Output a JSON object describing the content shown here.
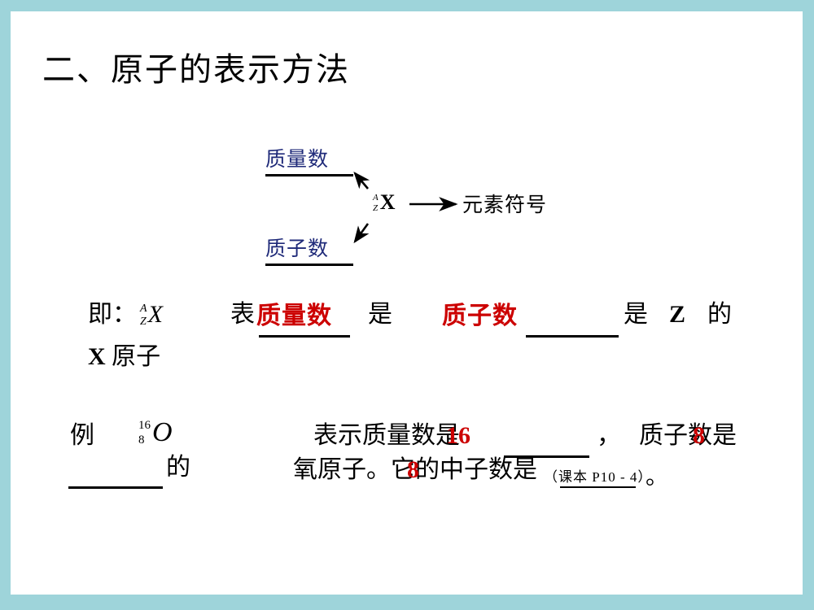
{
  "slide": {
    "title": "二、原子的表示方法",
    "frame_color": "#9ed4da",
    "background_color": "#ffffff"
  },
  "diagram": {
    "mass_number_label": "质量数",
    "proton_number_label": "质子数",
    "label_color": "#1f2a79",
    "nuclide_symbol": "X",
    "superscript": "A",
    "subscript": "Z",
    "element_symbol_label": "元素符号",
    "arrows": [
      {
        "name": "arrow-to-mass-number",
        "direction": "up-left"
      },
      {
        "name": "arrow-to-proton-number",
        "direction": "down-left"
      },
      {
        "name": "arrow-to-element-symbol",
        "direction": "right"
      }
    ]
  },
  "definition": {
    "prefix": "即：",
    "superscript": "A",
    "subscript": "Z",
    "symbol": "X",
    "word_biao": "表",
    "answer_mass": "质量数",
    "word_shi_1": "是",
    "answer_proton": "质子数",
    "word_shi_2": "是",
    "letter_z": "Z",
    "word_de": "的",
    "second_line_symbol": "X",
    "second_line_word": "原子",
    "answer_color": "#cc0000"
  },
  "example": {
    "word_li": "例",
    "mass_number": "16",
    "proton_number": "8",
    "element": "O",
    "word_de": "的",
    "line1": "表示质量数是",
    "comma": "，",
    "line1b": "质子数是",
    "line2": "氧原子。它的中子数是",
    "reference": "（课本 P10 - 4）",
    "period": "。",
    "answer_mass_value": "16",
    "answer_proton_value": "8",
    "answer_neutron_value": "8",
    "answer_color": "#cc0000"
  }
}
